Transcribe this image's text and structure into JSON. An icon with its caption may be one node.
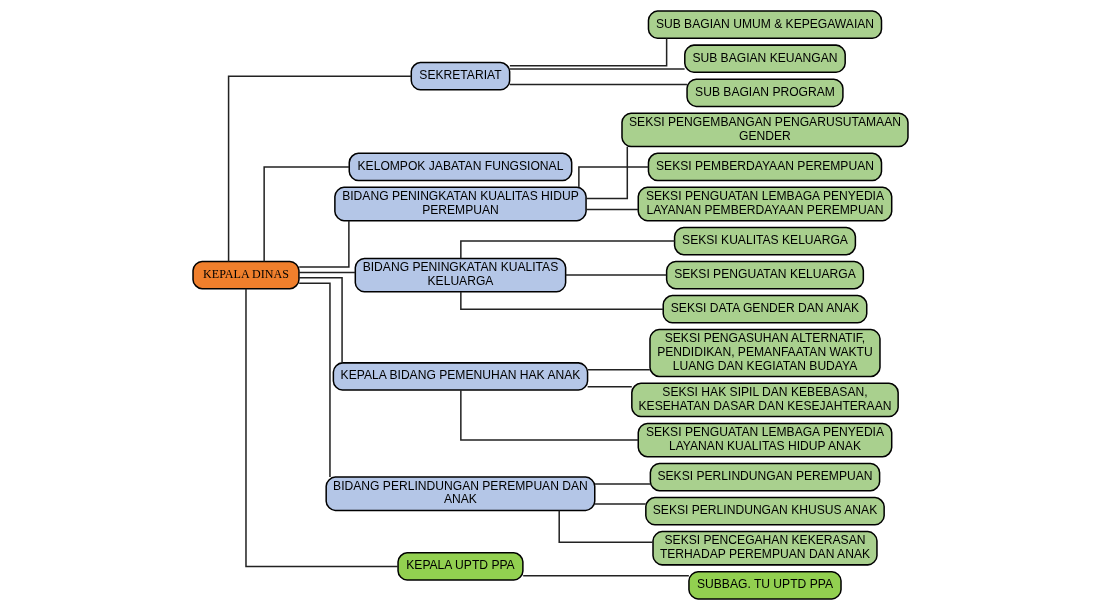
{
  "diagram": {
    "nodes": [
      {
        "text": [
          "KEPALA DINAS"
        ]
      },
      {
        "text": [
          "SEKRETARIAT"
        ]
      },
      {
        "text": [
          "SUB BAGIAN UMUM & KEPEGAWAIAN"
        ]
      },
      {
        "text": [
          "SUB BAGIAN KEUANGAN"
        ]
      },
      {
        "text": [
          "SUB BAGIAN PROGRAM"
        ]
      },
      {
        "text": [
          "KELOMPOK JABATAN FUNGSIONAL"
        ]
      },
      {
        "text": [
          "BIDANG PENINGKATAN KUALITAS HIDUP PEREMPUAN"
        ]
      },
      {
        "text": [
          "BIDANG PENINGKATAN KUALITAS KELUARGA"
        ]
      },
      {
        "text": [
          "KEPALA BIDANG PEMENUHAN HAK ANAK"
        ]
      },
      {
        "text": [
          "BIDANG PERLINDUNGAN PEREMPUAN DAN ANAK"
        ]
      },
      {
        "text": [
          "SEKSI PENGEMBANGAN PENGARUSUTAMAAN GENDER"
        ]
      },
      {
        "text": [
          "SEKSI PEMBERDAYAAN PEREMPUAN"
        ]
      },
      {
        "text": [
          "SEKSI PENGUATAN LEMBAGA PENYEDIA LAYANAN PEMBERDAYAAN PEREMPUAN"
        ]
      },
      {
        "text": [
          "SEKSI KUALITAS KELUARGA"
        ]
      },
      {
        "text": [
          "SEKSI PENGUATAN KELUARGA"
        ]
      },
      {
        "text": [
          "SEKSI DATA GENDER DAN ANAK"
        ]
      },
      {
        "text": [
          "SEKSI PENGASUHAN ALTERNATIF, PENDIDIKAN, PEMANFAATAN WAKTU LUANG DAN KEGIATAN BUDAYA"
        ]
      },
      {
        "text": [
          "SEKSI HAK SIPIL DAN KEBEBASAN, KESEHATAN DASAR DAN KESEJAHTERAAN"
        ]
      },
      {
        "text": [
          "SEKSI PENGUATAN LEMBAGA PENYEDIA LAYANAN KUALITAS HIDUP ANAK"
        ]
      },
      {
        "text": [
          "SEKSI PERLINDUNGAN PEREMPUAN"
        ]
      },
      {
        "text": [
          "SEKSI PERLINDUNGAN KHUSUS ANAK"
        ]
      },
      {
        "text": [
          "SEKSI PENCEGAHAN KEKERASAN TERHADAP PEREMPUAN DAN ANAK"
        ]
      },
      {
        "text": [
          "KEPALA UPTD PPA"
        ]
      },
      {
        "text": [
          "SUBBAG. TU UPTD PPA"
        ]
      }
    ],
    "edges": [
      {
        "from": 0,
        "to": 1,
        "arrow": "none"
      },
      {
        "from": 1,
        "to": 2,
        "arrow": "none"
      },
      {
        "from": 1,
        "to": 3,
        "arrow": "none"
      },
      {
        "from": 1,
        "to": 4,
        "arrow": "none"
      },
      {
        "from": 0,
        "to": 5,
        "arrow": "none"
      },
      {
        "from": 0,
        "to": 6,
        "arrow": "none"
      },
      {
        "from": 0,
        "to": 7,
        "arrow": "none"
      },
      {
        "from": 0,
        "to": 8,
        "arrow": "none"
      },
      {
        "from": 0,
        "to": 9,
        "arrow": "none"
      },
      {
        "from": 6,
        "to": 10,
        "arrow": "none"
      },
      {
        "from": 6,
        "to": 11,
        "arrow": "none"
      },
      {
        "from": 6,
        "to": 12,
        "arrow": "none"
      },
      {
        "from": 7,
        "to": 13,
        "arrow": "none"
      },
      {
        "from": 7,
        "to": 14,
        "arrow": "none"
      },
      {
        "from": 7,
        "to": 15,
        "arrow": "none"
      },
      {
        "from": 8,
        "to": 16,
        "arrow": "none"
      },
      {
        "from": 8,
        "to": 17,
        "arrow": "none"
      },
      {
        "from": 8,
        "to": 18,
        "arrow": "none"
      },
      {
        "from": 9,
        "to": 19,
        "arrow": "none"
      },
      {
        "from": 9,
        "to": 20,
        "arrow": "none"
      },
      {
        "from": 9,
        "to": 21,
        "arrow": "none"
      },
      {
        "from": 0,
        "to": 22,
        "arrow": "none"
      },
      {
        "from": 22,
        "to": 23,
        "arrow": "none"
      }
    ]
  }
}
